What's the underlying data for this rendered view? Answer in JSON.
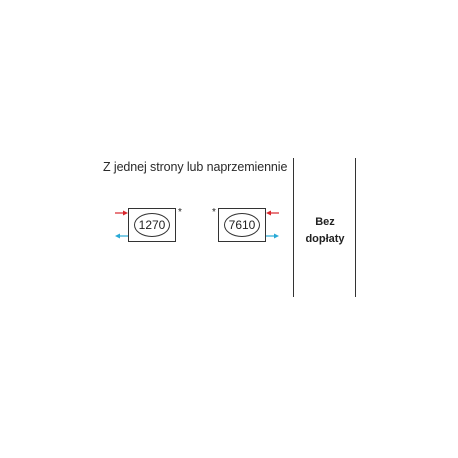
{
  "heading": "Z jednej strony lub naprzemiennie",
  "options": [
    {
      "code": "1270",
      "note_marker": "*"
    },
    {
      "code": "7610",
      "note_marker": "*"
    }
  ],
  "surcharge": {
    "line1": "Bez",
    "line2": "dopłaty"
  },
  "colors": {
    "supply_arrow": "#d9262c",
    "return_arrow": "#29a9d6",
    "line": "#333333"
  }
}
